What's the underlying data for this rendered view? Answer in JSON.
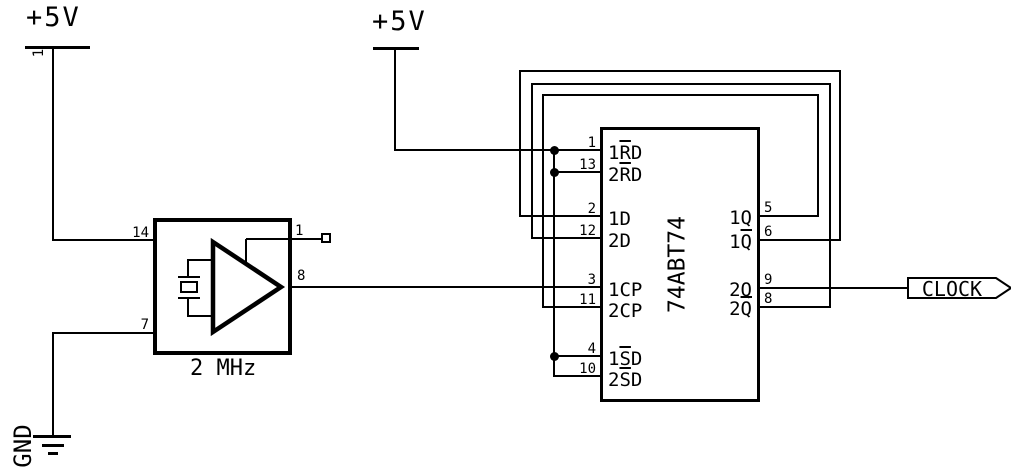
{
  "colors": {
    "line": "#000000",
    "background": "#ffffff"
  },
  "power_left": {
    "label": "+5V",
    "pin_number": "1"
  },
  "power_mid": {
    "label": "+5V"
  },
  "ground": {
    "label": "GND"
  },
  "oscillator": {
    "label": "2 MHz",
    "pins": {
      "vcc": "14",
      "gnd": "7",
      "nc": "1",
      "out": "8"
    }
  },
  "ic": {
    "name": "74ABT74",
    "left_pins": [
      {
        "num": "1",
        "pre": "1",
        "bar": "R",
        "post": "D"
      },
      {
        "num": "13",
        "pre": "2",
        "bar": "R",
        "post": "D"
      },
      {
        "num": "2",
        "pre": "1D",
        "bar": "",
        "post": ""
      },
      {
        "num": "12",
        "pre": "2D",
        "bar": "",
        "post": ""
      },
      {
        "num": "3",
        "pre": "1CP",
        "bar": "",
        "post": ""
      },
      {
        "num": "11",
        "pre": "2CP",
        "bar": "",
        "post": ""
      },
      {
        "num": "4",
        "pre": "1",
        "bar": "S",
        "post": "D"
      },
      {
        "num": "10",
        "pre": "2",
        "bar": "S",
        "post": "D"
      }
    ],
    "right_pins": [
      {
        "num": "5",
        "pre": "1Q",
        "bar": "",
        "post": ""
      },
      {
        "num": "6",
        "pre": "1",
        "bar": "Q",
        "post": ""
      },
      {
        "num": "9",
        "pre": "2Q",
        "bar": "",
        "post": ""
      },
      {
        "num": "8",
        "pre": "2",
        "bar": "Q",
        "post": ""
      }
    ]
  },
  "clock_flag": {
    "label": "CLOCK"
  }
}
